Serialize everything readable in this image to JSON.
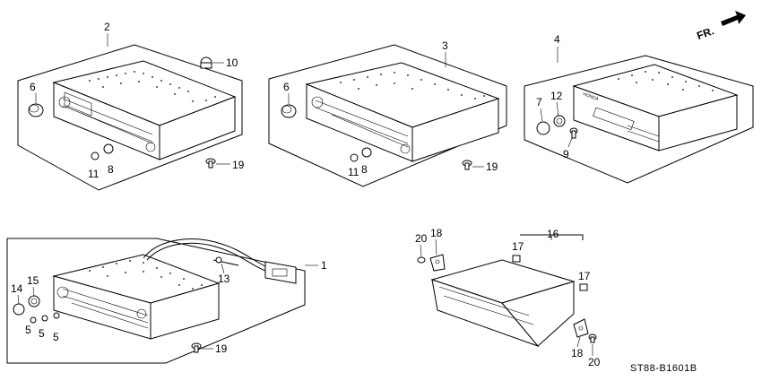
{
  "diagram": {
    "direction_label": "FR.",
    "part_code": "ST88-B1601B",
    "callouts": {
      "c1": "1",
      "c2": "2",
      "c3": "3",
      "c4": "4",
      "c5a": "5",
      "c5b": "5",
      "c5c": "5",
      "c6a": "6",
      "c6b": "6",
      "c7": "7",
      "c8a": "8",
      "c8b": "8",
      "c9": "9",
      "c10": "10",
      "c11a": "11",
      "c11b": "11",
      "c12": "12",
      "c13": "13",
      "c14": "14",
      "c15": "15",
      "c16": "16",
      "c17a": "17",
      "c17b": "17",
      "c18a": "18",
      "c18b": "18",
      "c19a": "19",
      "c19b": "19",
      "c19c": "19",
      "c20a": "20",
      "c20b": "20"
    }
  }
}
